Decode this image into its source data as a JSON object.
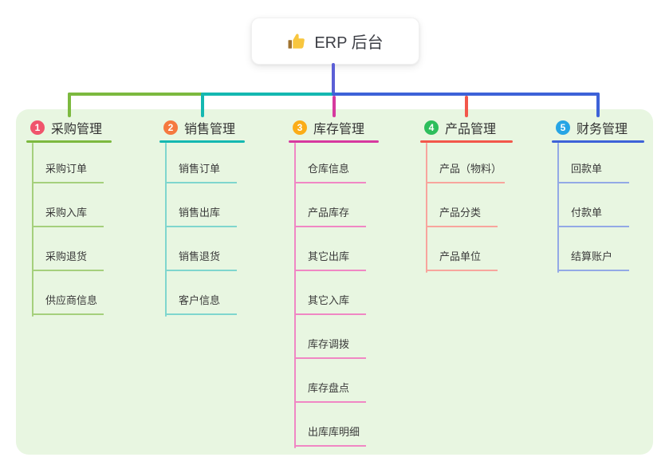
{
  "root": {
    "label": "ERP 后台",
    "icon": "thumbs-up-icon"
  },
  "canvas": {
    "background": "#ffffff",
    "panel_background": "#E8F6E1"
  },
  "connectors": {
    "root_stem_color": "#5B5FD6"
  },
  "branches": [
    {
      "number": "1",
      "title": "采购管理",
      "badge_color": "#F0546C",
      "line_color": "#7CB93F",
      "light_line_color": "#A5D07C",
      "children": [
        "采购订单",
        "采购入库",
        "采购退货",
        "供应商信息"
      ]
    },
    {
      "number": "2",
      "title": "销售管理",
      "badge_color": "#F5793F",
      "line_color": "#14B8B1",
      "light_line_color": "#7FD6CE",
      "children": [
        "销售订单",
        "销售出库",
        "销售退货",
        "客户信息"
      ]
    },
    {
      "number": "3",
      "title": "库存管理",
      "badge_color": "#FBAD18",
      "line_color": "#D6399F",
      "light_line_color": "#F087C4",
      "children": [
        "仓库信息",
        "产品库存",
        "其它出库",
        "其它入库",
        "库存调拨",
        "库存盘点",
        "出库库明细"
      ]
    },
    {
      "number": "4",
      "title": "产品管理",
      "badge_color": "#2DBE5C",
      "line_color": "#F2574B",
      "light_line_color": "#F8A59D",
      "children": [
        "产品（物料）",
        "产品分类",
        "产品单位"
      ]
    },
    {
      "number": "5",
      "title": "财务管理",
      "badge_color": "#27A5E5",
      "line_color": "#3D62D8",
      "light_line_color": "#93A9E6",
      "children": [
        "回款单",
        "付款单",
        "结算账户"
      ]
    }
  ]
}
